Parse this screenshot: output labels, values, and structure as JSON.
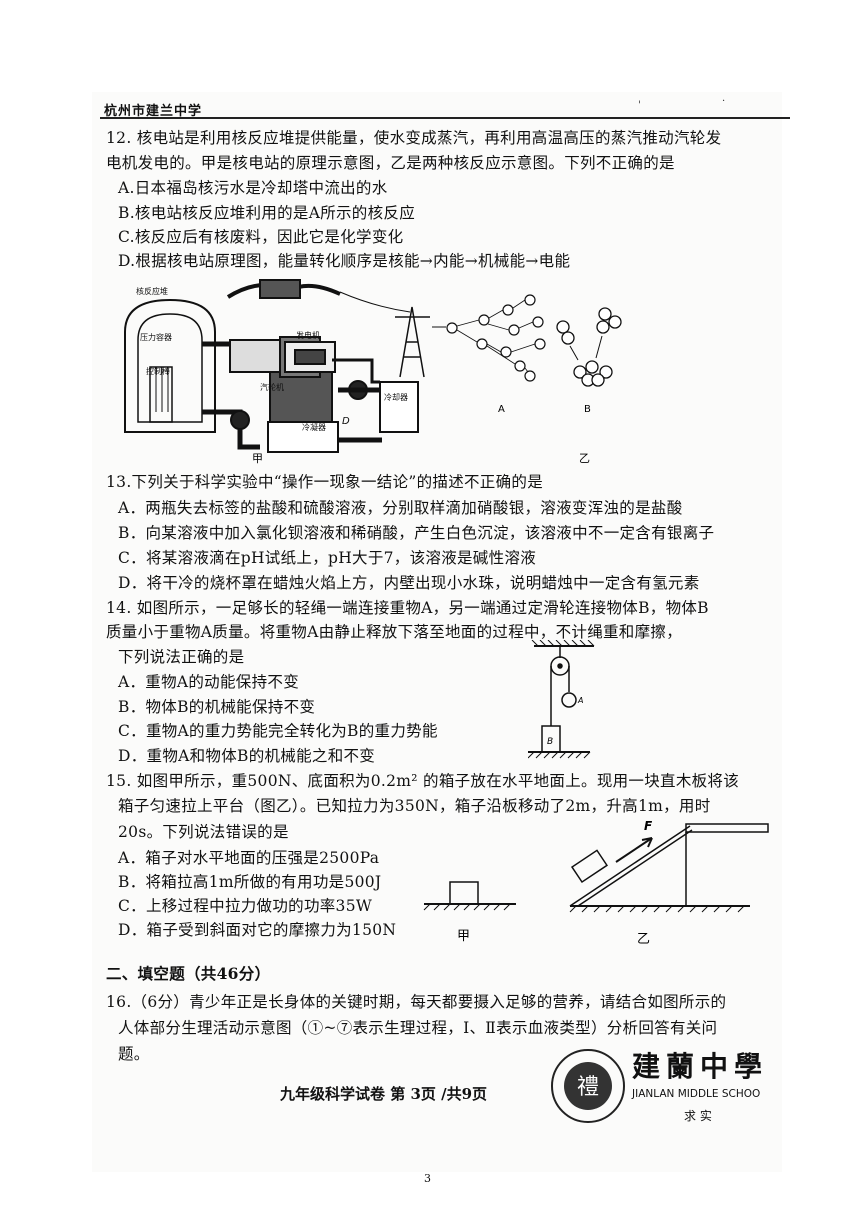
{
  "header": {
    "school": "杭州市建兰中学",
    "marks": [
      "'",
      "·"
    ]
  },
  "q12": {
    "stem1": "12. 核电站是利用核反应堆提供能量，使水变成蒸汽，再利用高温高压的蒸汽推动汽轮发",
    "stem2": "电机发电的。甲是核电站的原理示意图，乙是两种核反应示意图。下列不正确的是",
    "A": "A.日本福岛核污水是冷却塔中流出的水",
    "B": "B.核电站核反应堆利用的是A所示的核反应",
    "C": "C.核反应后有核废料，因此它是化学变化",
    "D": "D.根据核电站原理图，能量转化顺序是核能→内能→机械能→电能",
    "fig": {
      "reactor": "核反应堆",
      "pressure": "压力容器",
      "control": "控制棒",
      "turbine": "汽轮机",
      "generator": "发电机",
      "cooler": "冷却器",
      "condenser": "冷凝器",
      "d": "D",
      "a": "A",
      "b": "B",
      "jia": "甲",
      "yi": "乙"
    }
  },
  "q13": {
    "stem": "13.下列关于科学实验中“操作一现象一结论”的描述不正确的是",
    "A": "A．两瓶失去标签的盐酸和硫酸溶液，分别取样滴加硝酸银，溶液变浑浊的是盐酸",
    "B": "B．向某溶液中加入氯化钡溶液和稀硝酸，产生白色沉淀，该溶液中不一定含有银离子",
    "C": "C．将某溶液滴在pH试纸上，pH大于7，该溶液是碱性溶液",
    "D": "D．将干冷的烧杯罩在蜡烛火焰上方，内壁出现小水珠，说明蜡烛中一定含有氢元素"
  },
  "q14": {
    "stem1": "14. 如图所示，一足够长的轻绳一端连接重物A，另一端通过定滑轮连接物体B，物体B",
    "stem2": "质量小于重物A质量。将重物A由静止释放下落至地面的过程中，不计绳重和摩擦，",
    "stem3": "下列说法正确的是",
    "A": "A．重物A的动能保持不变",
    "B": "B．物体B的机械能保持不变",
    "C": "C．重物A的重力势能完全转化为B的重力势能",
    "D": "D．重物A和物体B的机械能之和不变",
    "fig": {
      "a": "A",
      "b": "B"
    }
  },
  "q15": {
    "stem1": "15. 如图甲所示，重500N、底面积为0.2m² 的箱子放在水平地面上。现用一块直木板将该",
    "stem2": "箱子匀速拉上平台（图乙）。已知拉力为350N，箱子沿板移动了2m，升高1m，用时",
    "stem3": "20s。下列说法错误的是",
    "A": "A．箱子对水平地面的压强是2500Pa",
    "B": "B．将箱拉高1m所做的有用功是500J",
    "C": "C．上移过程中拉力做功的功率35W",
    "D": "D．箱子受到斜面对它的摩擦力为150N",
    "fig": {
      "f": "F",
      "jia": "甲",
      "yi": "乙"
    }
  },
  "section2": {
    "title": "二、填空题（共46分）"
  },
  "q16": {
    "line1": "16.（6分）青少年正是长身体的关键时期，每天都要摄入足够的营养，请结合如图所示的",
    "line2": "人体部分生理活动示意图（①~⑦表示生理过程，Ⅰ、Ⅱ表示血液类型）分析回答有关问",
    "line3": "题。"
  },
  "footer": {
    "text": "九年级科学试卷 第 3页 /共9页",
    "page_number": "3"
  },
  "seal": {
    "cn": "建蘭中學",
    "en": "JIANLAN MIDDLE SCHOO",
    "motto": "求 实",
    "center": "禮"
  }
}
